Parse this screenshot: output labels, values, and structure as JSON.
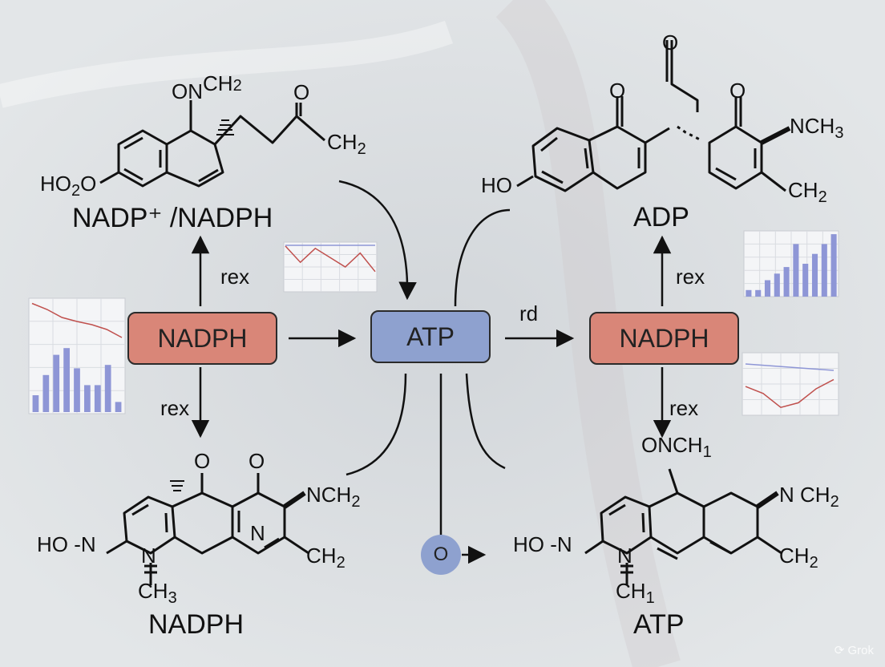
{
  "colors": {
    "background": "#dfe3e6",
    "nadph_box": "#d98678",
    "atp_box": "#8ea1cf",
    "small_node": "#8ea1cf",
    "series_red": "#c0504d",
    "series_blue": "#8e96d6"
  },
  "boxes": {
    "left": "NADPH",
    "center": "ATP",
    "right": "NADPH",
    "bottom_node": "O"
  },
  "arrows": {
    "left_up": "rex",
    "left_down": "rex",
    "center_right": "rd",
    "right_up": "rex",
    "right_down": "rex"
  },
  "labels": {
    "top_left": "NADP⁺ /NADPH",
    "top_right": "ADP",
    "bottom_left": "NADPH",
    "bottom_right": "ATP"
  },
  "molecules": {
    "tl": {
      "a1": "ON",
      "a2": "CH",
      "a2s": "2",
      "a3": "O",
      "a4": "CH",
      "a4s": "2",
      "a5": "HO",
      "a5s": "2",
      "a6": "O"
    },
    "tr": {
      "a1": "O",
      "a2": "O",
      "a3": "O",
      "a4": "N",
      "a5": "CH",
      "a5s": "3",
      "a6": "HO",
      "a7": "CH",
      "a7s": "2"
    },
    "bl": {
      "a1": "O",
      "a2": "O",
      "a3": "N",
      "a4": "CH",
      "a4s": "2",
      "a5": "HO",
      "a6": "N",
      "a7": "N",
      "a8": "CH",
      "a8s": "2",
      "a9": "CH",
      "a9s": "3"
    },
    "br": {
      "a1": "ON",
      "a2": "CH",
      "a2s": "1",
      "a3": "N",
      "a4": "CH",
      "a4s": "2",
      "a5": "HO",
      "a6": "N",
      "a7": "N",
      "a8": "CH",
      "a8s": "2",
      "a9": "CH",
      "a9s": "1"
    }
  },
  "watermark": "Grok"
}
